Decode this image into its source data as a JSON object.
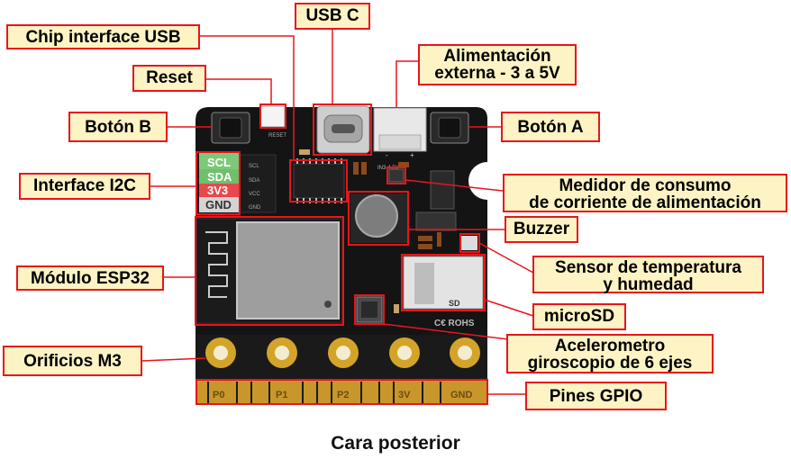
{
  "labels": {
    "usb_c": "USB C",
    "chip_usb": "Chip interface USB",
    "ext_power_l1": "Alimentación",
    "ext_power_l2": "externa - 3 a 5V",
    "reset": "Reset",
    "button_b": "Botón B",
    "button_a": "Botón A",
    "i2c": "Interface I2C",
    "current_l1": "Medidor de consumo",
    "current_l2": "de corriente de alimentación",
    "buzzer": "Buzzer",
    "esp32": "Módulo ESP32",
    "temp_l1": "Sensor de temperatura",
    "temp_l2": "y humedad",
    "microsd": "microSD",
    "m3": "Orificios M3",
    "accel_l1": "Acelerometro",
    "accel_l2": "giroscopio de 6 ejes",
    "gpio": "Pines GPIO"
  },
  "board": {
    "i2c_pins": [
      "SCL",
      "SDA",
      "3V3",
      "GND"
    ],
    "i2c_silk": [
      "SCL",
      "SDA",
      "VCC",
      "GND"
    ],
    "reset_silk": "RESET",
    "power_silk": "IN3-4.5V",
    "sd_silk": "SD",
    "rohs_silk": "C€ ROHS",
    "gpio_silk": [
      "P0",
      "P1",
      "P2",
      "3V",
      "GND"
    ]
  },
  "caption": "Cara posterior",
  "colors": {
    "highlight": "#e8151b",
    "label_bg": "#fdf3c4",
    "board": "#141414",
    "gold": "#d4a42a"
  }
}
